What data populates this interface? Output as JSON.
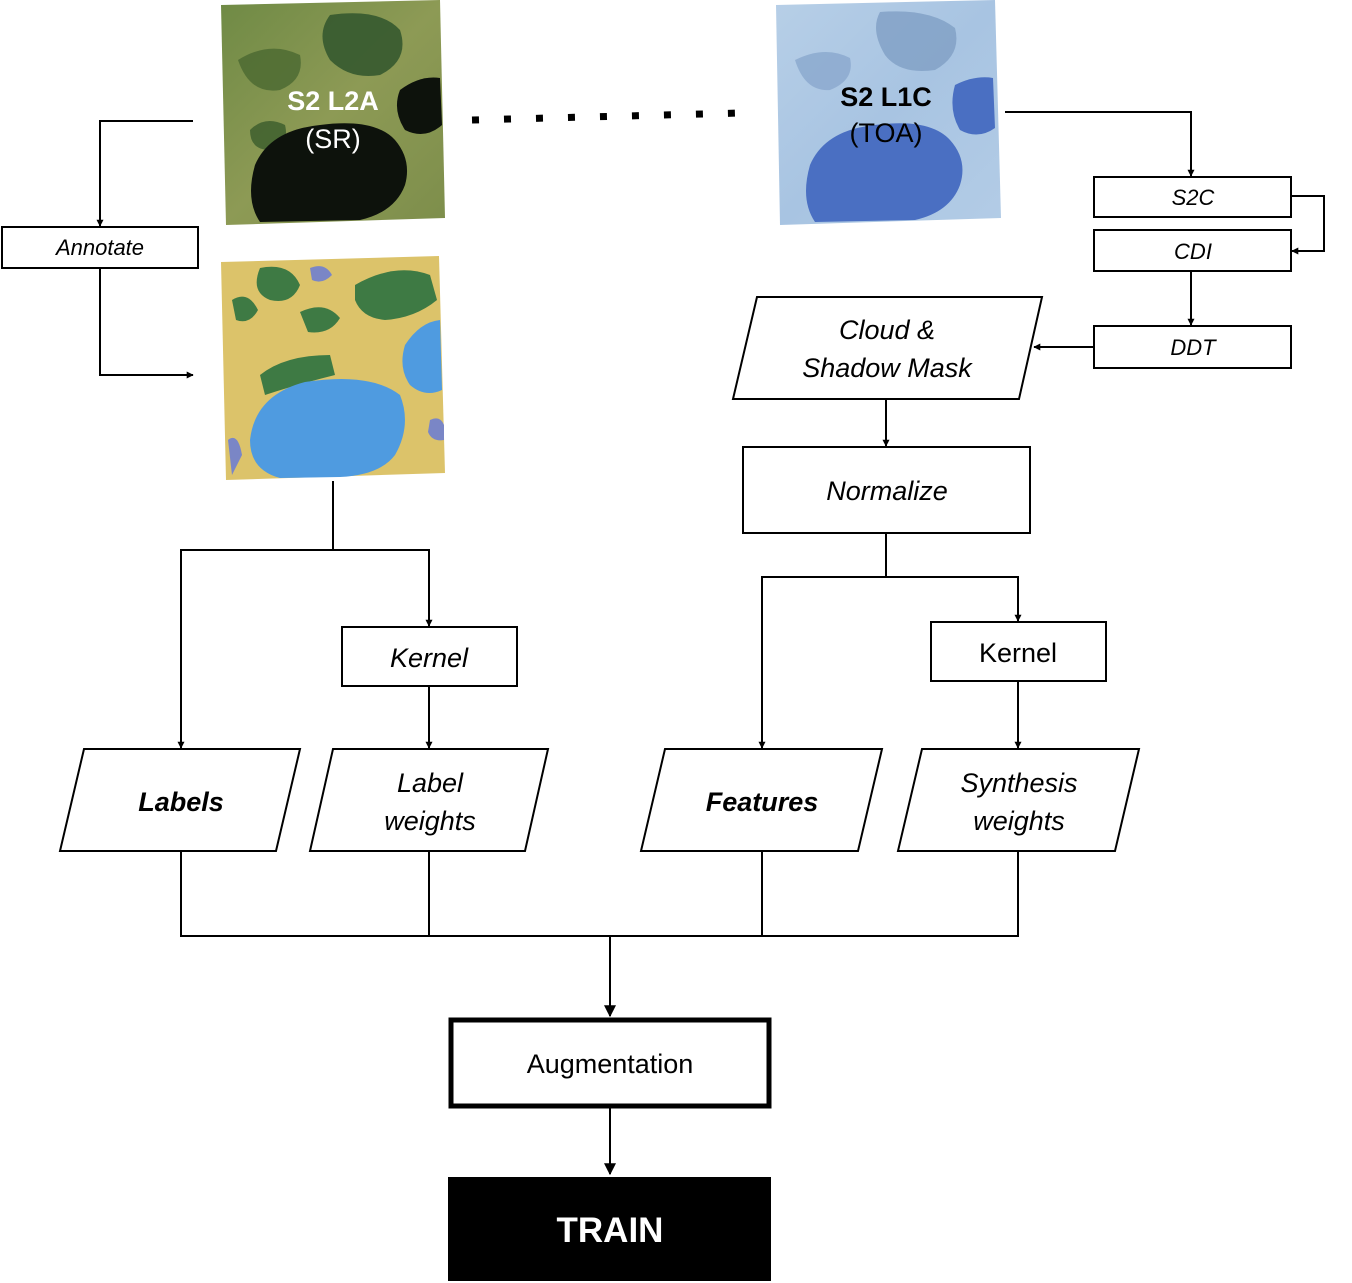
{
  "images": {
    "l2a": {
      "title": "S2 L2A",
      "subtitle": "(SR)"
    },
    "l1c": {
      "title": "S2 L1C",
      "subtitle": "(TOA)"
    }
  },
  "steps": {
    "annotate": "Annotate",
    "s2c": "S2C",
    "cdi": "CDI",
    "ddt": "DDT",
    "cloud_mask_line1": "Cloud &",
    "cloud_mask_line2": "Shadow Mask",
    "normalize": "Normalize",
    "kernel_left": "Kernel",
    "kernel_right": "Kernel",
    "labels": "Labels",
    "label_weights_line1": "Label",
    "label_weights_line2": "weights",
    "features": "Features",
    "synthesis_weights_line1": "Synthesis",
    "synthesis_weights_line2": "weights",
    "augmentation": "Augmentation",
    "train": "TRAIN"
  },
  "colors": {
    "annotation_land": "#dcc36a",
    "annotation_vegetation": "#3e7a44",
    "annotation_water": "#4f9be0",
    "annotation_other": "#7a86c6",
    "sr_dark_water": "#0d120c",
    "toa_water": "#4a6fc2",
    "toa_base": "#a9c6e3"
  }
}
